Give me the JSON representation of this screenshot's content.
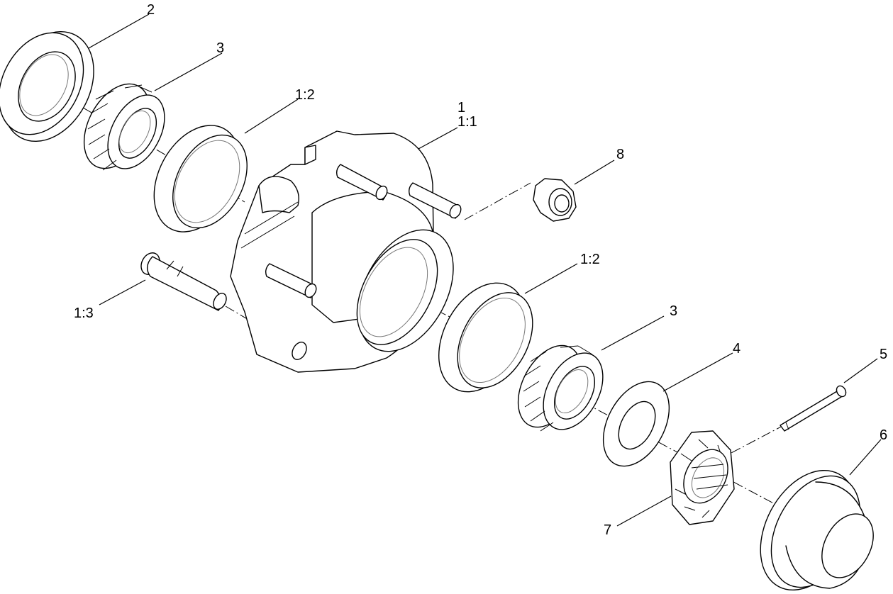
{
  "diagram": {
    "callouts": {
      "c2": "2",
      "c3_top": "3",
      "c12_top": "1:2",
      "c1": "1",
      "c11": "1:1",
      "c8": "8",
      "c12_mid": "1:2",
      "c13": "1:3",
      "c3_bottom": "3",
      "c4": "4",
      "c5": "5",
      "c6": "6",
      "c7": "7"
    },
    "colors": {
      "line": "#000000",
      "background": "#ffffff"
    }
  }
}
